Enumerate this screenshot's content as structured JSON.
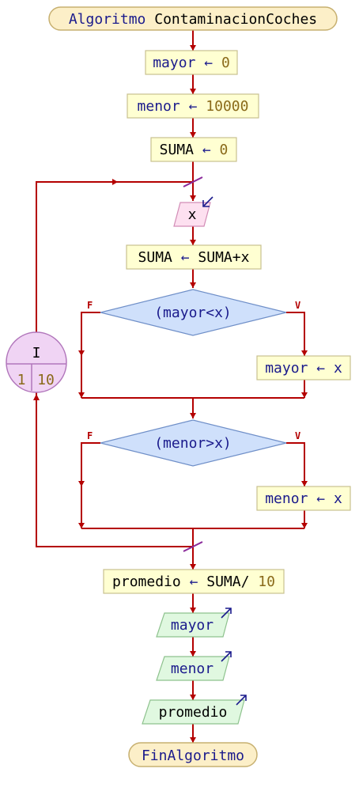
{
  "colors": {
    "flow_line": "#b40000",
    "keyword": "#1a1a8c",
    "variable": "#1a1a8c",
    "number": "#8a6a1a",
    "plain": "#000000",
    "branch_label": "#b40000"
  },
  "algorithm": {
    "start_keyword": "Algoritmo",
    "name": "ContaminacionCoches",
    "end_keyword": "FinAlgoritmo"
  },
  "assign_arrow": "←",
  "steps": {
    "init_mayor": {
      "var": "mayor",
      "value": "0"
    },
    "init_menor": {
      "var": "menor",
      "value": "10000"
    },
    "init_suma": {
      "var": "SUMA",
      "value": "0"
    },
    "read_x": {
      "var": "x",
      "icon": "input-arrow-icon"
    },
    "acc_suma": {
      "var": "SUMA",
      "expr": "SUMA+x"
    },
    "cond_mayor": {
      "text": "(mayor<x)",
      "false_label": "F",
      "true_label": "V"
    },
    "assign_mayor": {
      "var": "mayor",
      "value": "x"
    },
    "cond_menor": {
      "text": "(menor>x)",
      "false_label": "F",
      "true_label": "V"
    },
    "assign_menor": {
      "var": "menor",
      "value": "x"
    },
    "promedio": {
      "var": "promedio",
      "expr_left": "SUMA/",
      "expr_num": "10"
    },
    "out_mayor": {
      "var": "mayor",
      "icon": "output-arrow-icon"
    },
    "out_menor": {
      "var": "menor",
      "icon": "output-arrow-icon"
    },
    "out_promedio": {
      "var": "promedio",
      "icon": "output-arrow-icon"
    }
  },
  "loop": {
    "var": "I",
    "from": "1",
    "to": "10"
  }
}
